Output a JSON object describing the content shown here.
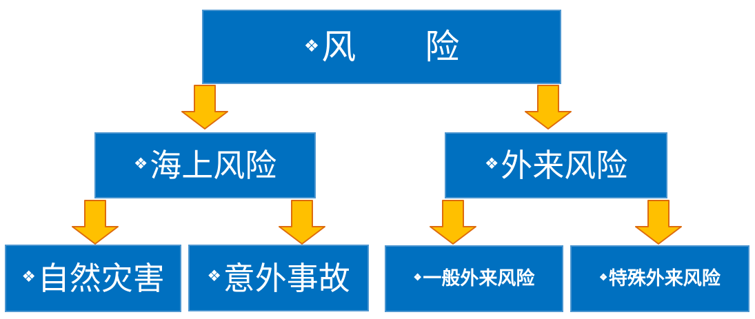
{
  "diagram": {
    "type": "hierarchy",
    "bullet": "❖",
    "colors": {
      "box_fill": "#0070C0",
      "box_border": "#4C96D0",
      "box_text": "#FFFFFF",
      "arrow_fill": "#FFC000",
      "arrow_border": "#DD6B0D"
    },
    "nodes": {
      "risk": {
        "label": "风　　险"
      },
      "maritime": {
        "label": "海上风险"
      },
      "external": {
        "label": "外来风险"
      },
      "natural": {
        "label": "自然灾害"
      },
      "accident": {
        "label": "意外事故"
      },
      "general": {
        "label": "一般外来风险"
      },
      "special": {
        "label": "特殊外来风险"
      }
    },
    "edges": [
      {
        "from": "risk",
        "to": "maritime"
      },
      {
        "from": "risk",
        "to": "external"
      },
      {
        "from": "maritime",
        "to": "natural"
      },
      {
        "from": "maritime",
        "to": "accident"
      },
      {
        "from": "external",
        "to": "general"
      },
      {
        "from": "external",
        "to": "special"
      }
    ]
  }
}
